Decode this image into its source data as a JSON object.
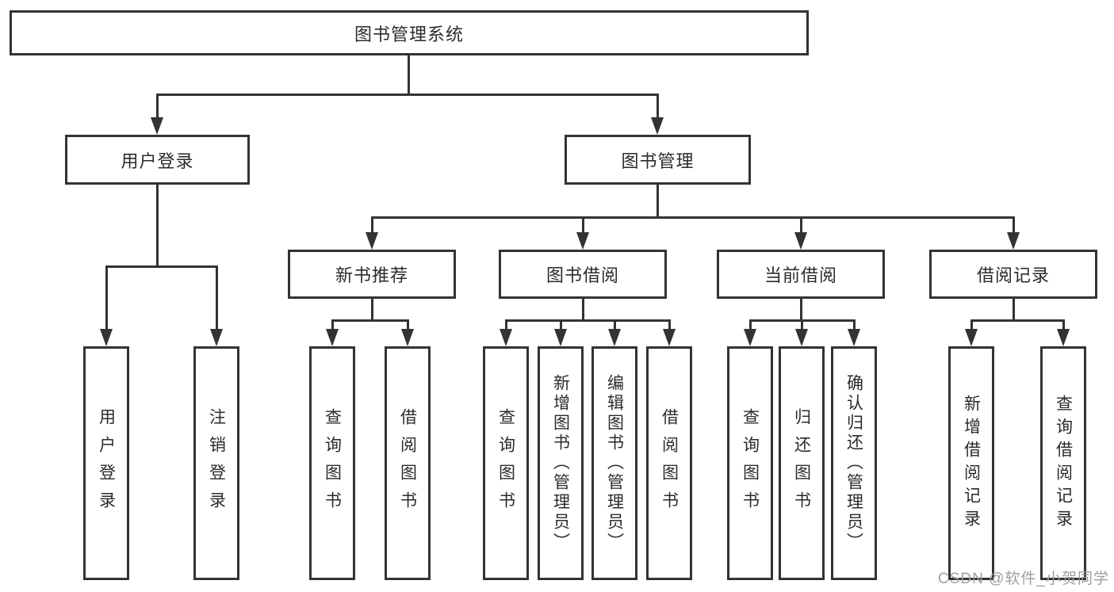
{
  "diagram": {
    "root": {
      "label": "图书管理系统"
    },
    "branches": [
      {
        "label": "用户登录",
        "children": [
          {
            "label": "用户登录"
          },
          {
            "label": "注销登录"
          }
        ]
      },
      {
        "label": "图书管理",
        "children": [
          {
            "label": "新书推荐",
            "children": [
              {
                "label": "查询图书"
              },
              {
                "label": "借阅图书"
              }
            ]
          },
          {
            "label": "图书借阅",
            "children": [
              {
                "label": "查询图书"
              },
              {
                "label": "新增图书（管理员）"
              },
              {
                "label": "编辑图书（管理员）"
              },
              {
                "label": "借阅图书"
              }
            ]
          },
          {
            "label": "当前借阅",
            "children": [
              {
                "label": "查询图书"
              },
              {
                "label": "归还图书"
              },
              {
                "label": "确认归还（管理员）"
              }
            ]
          },
          {
            "label": "借阅记录",
            "children": [
              {
                "label": "新增借阅记录"
              },
              {
                "label": "查询借阅记录"
              }
            ]
          }
        ]
      }
    ]
  },
  "watermark": {
    "text": "CSDN @软件_小贺同学"
  },
  "colors": {
    "line": "#333333",
    "text": "#2b2b2b",
    "watermark": "#9e9e9e",
    "background": "#ffffff"
  }
}
